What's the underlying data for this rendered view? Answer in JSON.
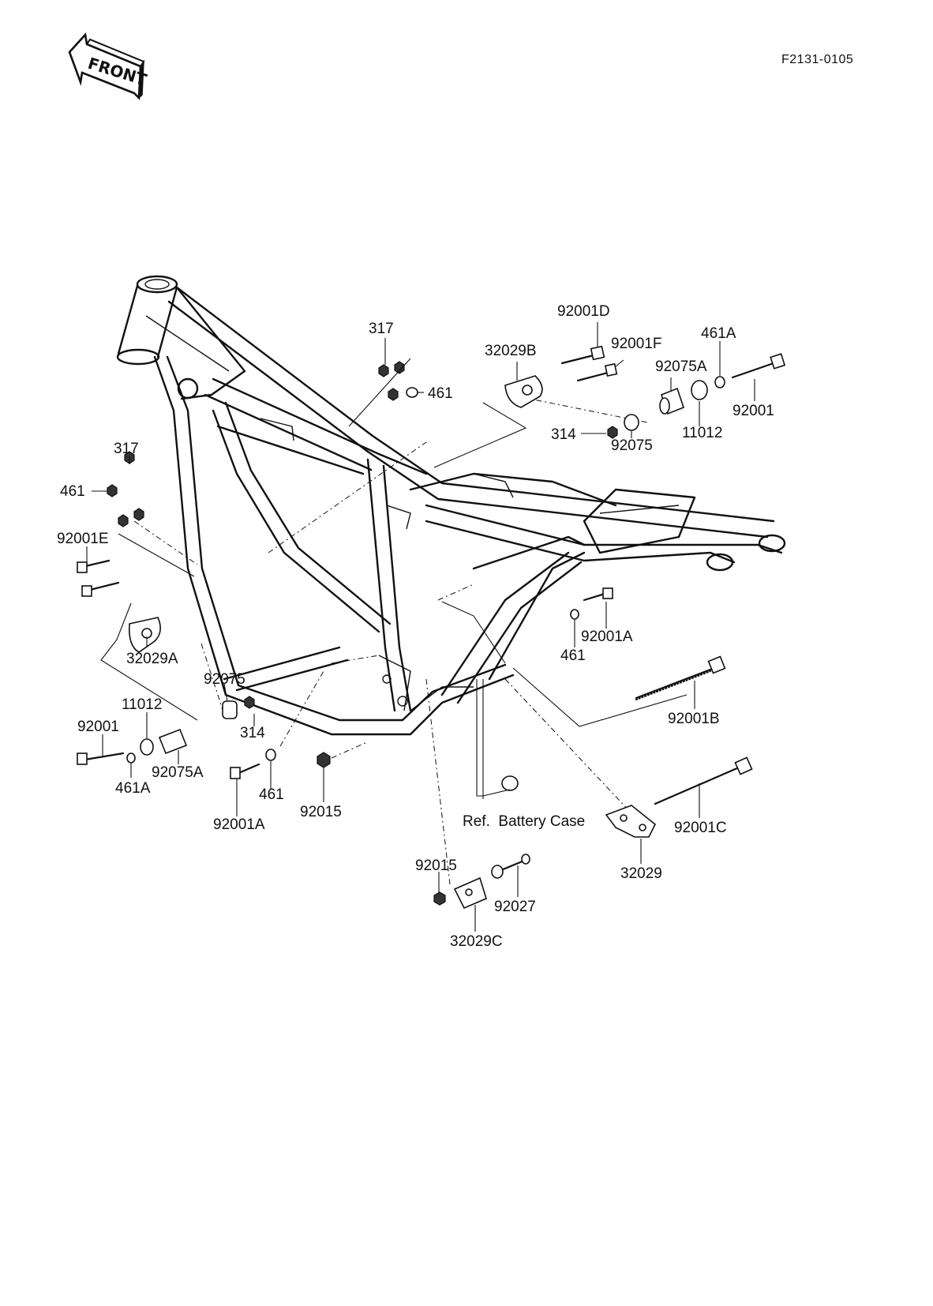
{
  "diagram_code": "F2131-0105",
  "front_arrow": {
    "text": "FRONT",
    "icon": "front-arrow-icon"
  },
  "reference_note": "Ref.  Battery Case",
  "labels": {
    "l_317_top": "317",
    "l_461_top": "461",
    "l_32029B": "32029B",
    "l_92001D": "92001D",
    "l_92001F": "92001F",
    "l_92075A_top": "92075A",
    "l_461A_top": "461A",
    "l_92001_top": "92001",
    "l_11012_top": "11012",
    "l_314_top": "314",
    "l_92075_top": "92075",
    "l_317_left": "317",
    "l_461_left": "461",
    "l_92001E": "92001E",
    "l_32029A": "32029A",
    "l_92075_left": "92075",
    "l_11012_left": "11012",
    "l_92001_left": "92001",
    "l_314_left": "314",
    "l_461A_left": "461A",
    "l_92075A_left": "92075A",
    "l_461_bottom": "461",
    "l_92001A_bottom": "92001A",
    "l_92015_mid": "92015",
    "l_92001A_right": "92001A",
    "l_461_right": "461",
    "l_92001B": "92001B",
    "l_92001C": "92001C",
    "l_32029": "32029",
    "l_92015_bottom": "92015",
    "l_92027": "92027",
    "l_32029C": "32029C"
  }
}
